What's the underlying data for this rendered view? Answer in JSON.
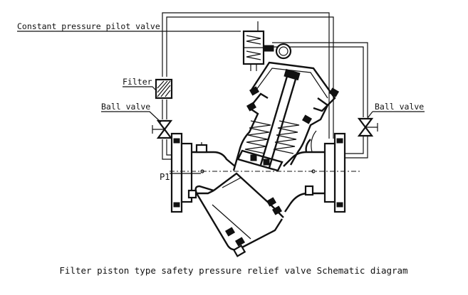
{
  "labels": {
    "pilot_valve": "Constant pressure pilot valve",
    "filter": "Filter",
    "ball_valve_left": "Ball valve",
    "ball_valve_right": "Ball valve",
    "port": "P1"
  },
  "caption": "Filter piston type safety pressure relief valve Schematic diagram",
  "colors": {
    "ink": "#111111",
    "background": "#ffffff"
  }
}
